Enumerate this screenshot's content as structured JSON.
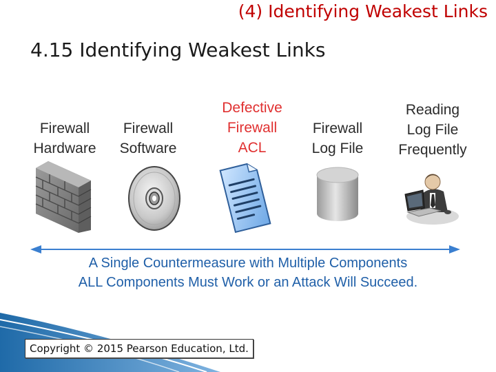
{
  "slide": {
    "top_title": "(4) Identifying Weakest Links",
    "main_title": "4.15 Identifying Weakest Links"
  },
  "components": [
    {
      "lines": [
        "Firewall",
        "Hardware"
      ],
      "icon": "brick-wall-icon",
      "defective": false
    },
    {
      "lines": [
        "Firewall",
        "Software"
      ],
      "icon": "cd-disc-icon",
      "defective": false
    },
    {
      "lines": [
        "Defective",
        "Firewall",
        "ACL"
      ],
      "icon": "document-icon",
      "defective": true
    },
    {
      "lines": [
        "Firewall",
        "Log File"
      ],
      "icon": "database-cylinder-icon",
      "defective": false
    },
    {
      "lines": [
        "Reading",
        "Log File",
        "Frequently"
      ],
      "icon": "person-at-computer-icon",
      "defective": false
    }
  ],
  "caption": {
    "line1": "A Single Countermeasure with Multiple Components",
    "line2": "ALL Components Must Work or an Attack Will Succeed."
  },
  "footer": {
    "copyright": "Copyright © 2015 Pearson Education, Ltd."
  },
  "colors": {
    "top_title": "#c00000",
    "defective_text": "#e03030",
    "caption": "#1f5fa8",
    "arrow": "#3a7fd0"
  }
}
